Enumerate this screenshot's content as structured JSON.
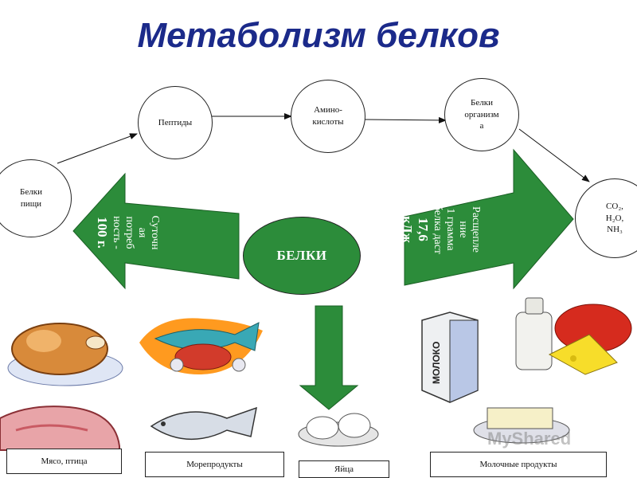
{
  "title": "Метаболизм белков",
  "nodes": {
    "protein_food": "Белки\nпищи",
    "peptides": "Пептиды",
    "amino_acids": "Амино-\nкислоты",
    "body_proteins": "Белки\nорганизм\nа",
    "end_products": "CO₂,\nH₂O,\nNH₃"
  },
  "center_label": "БЕЛКИ",
  "left_arrow": {
    "text": "Суточн\nая\nпотреб\nность -",
    "value": "100 г."
  },
  "right_arrow": {
    "text": "Расщепле\nние\n1 грамма\nбелка даст",
    "value": "17,6\nкДж"
  },
  "food_labels": {
    "meat": "Мясо, птица",
    "seafood": "Морепродукты",
    "eggs": "Яйца",
    "dairy": "Молочные продукты"
  },
  "milk_carton_text": "МОЛОКО",
  "watermark": "MyShared",
  "colors": {
    "title": "#1b2a8a",
    "green": "#2c8c3a"
  }
}
